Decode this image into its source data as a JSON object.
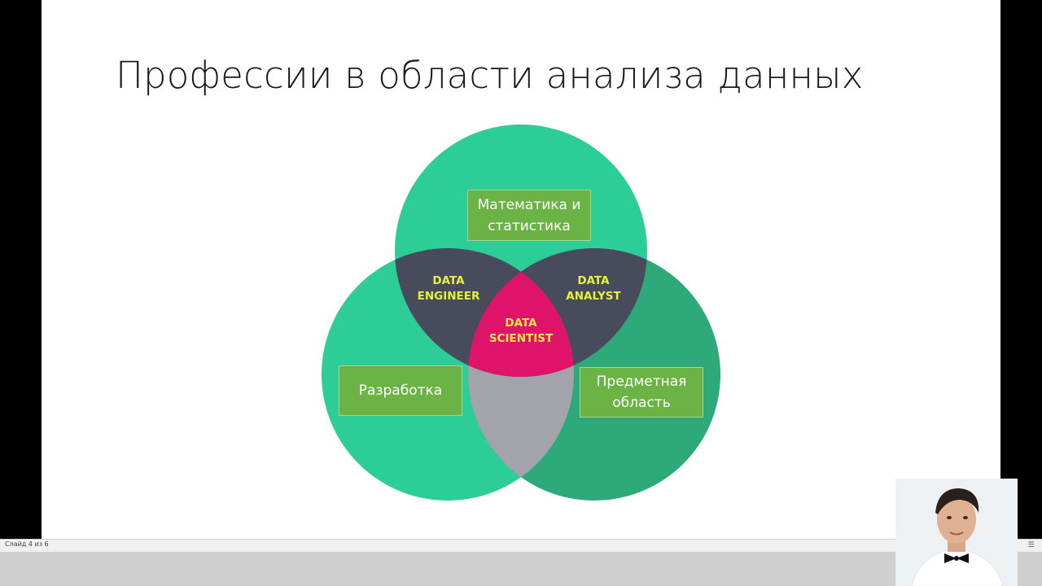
{
  "slide": {
    "title": "Профессии в области анализа данных"
  },
  "venn": {
    "circles": {
      "top": {
        "label": "Математика и статистика",
        "line1": "Математика и",
        "line2": "статистика",
        "color": "#2dcd97"
      },
      "left": {
        "label": "Разработка",
        "color": "#2dcd97"
      },
      "right": {
        "label": "Предметная область",
        "line1": "Предметная",
        "line2": "область",
        "color": "#2ea97a"
      }
    },
    "intersections": {
      "top_left": {
        "line1": "DATA",
        "line2": "ENGINEER",
        "color": "#474b5c"
      },
      "top_right": {
        "line1": "DATA",
        "line2": "ANALYST",
        "color": "#474b5c"
      },
      "left_right": {
        "color": "#a2a3ab"
      },
      "center": {
        "line1": "DATA",
        "line2": "SCIENTIST",
        "color": "#e0136a"
      }
    },
    "tag_color": "#6ab344",
    "role_text_color": "#e8f03c",
    "center_text_color": "#ffe94f"
  },
  "statusbar": {
    "slide_counter": "Слайд 4 из 6",
    "icons": [
      "nav-prev-icon",
      "normal-view-icon",
      "reading-view-icon",
      "slideshow-icon",
      "fit-slide-icon",
      "menu-icon"
    ]
  }
}
